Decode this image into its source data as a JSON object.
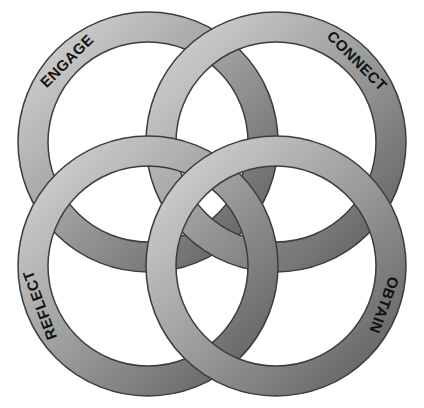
{
  "diagram": {
    "nodes": [
      {
        "text": [
          "ENGAGE"
        ]
      },
      {
        "text": [
          "CONNECT"
        ]
      },
      {
        "text": [
          "REFLECT"
        ]
      },
      {
        "text": [
          "OBTAIN"
        ]
      }
    ]
  }
}
